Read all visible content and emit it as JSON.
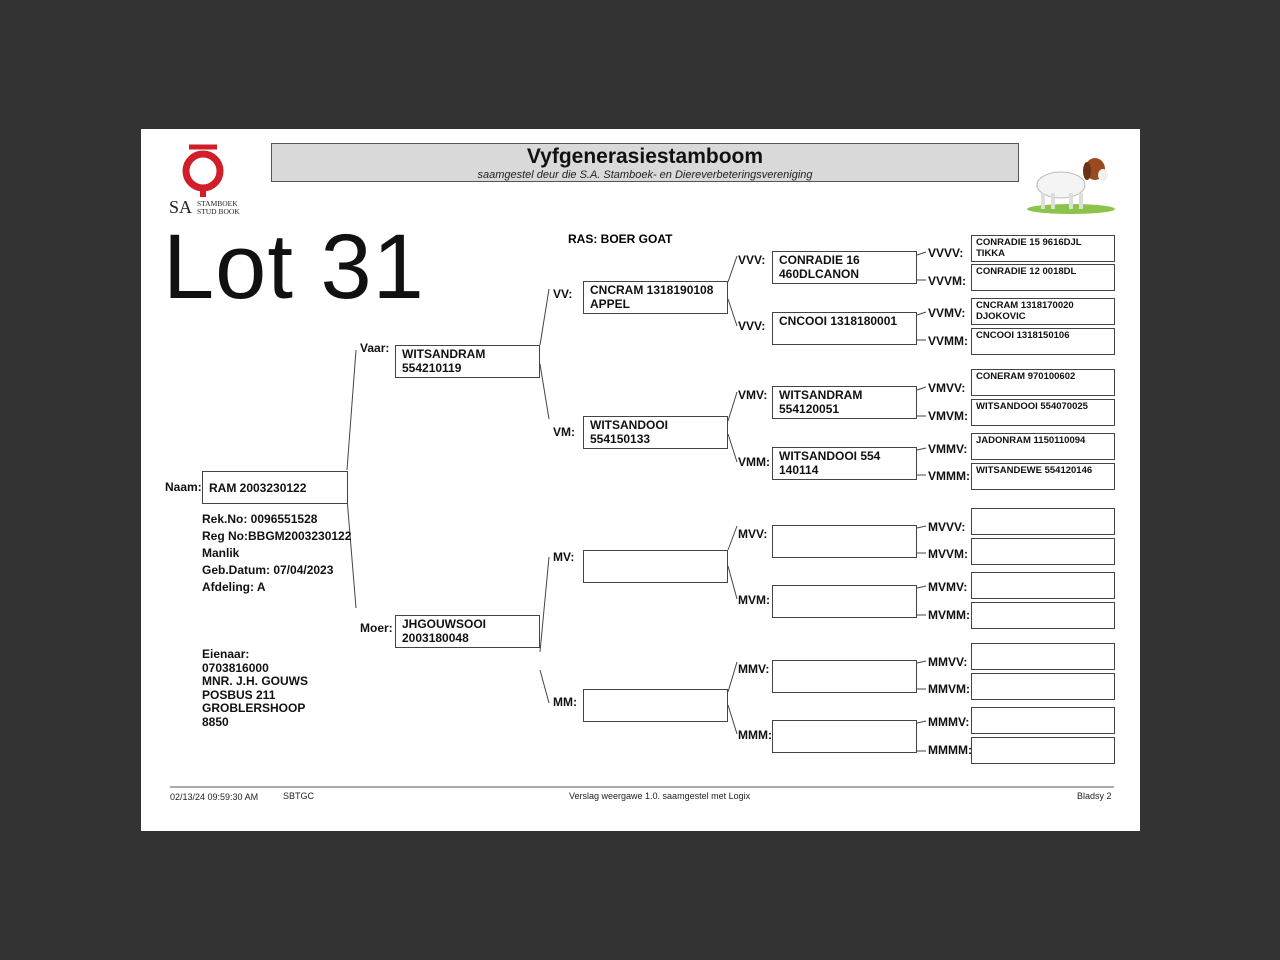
{
  "header": {
    "logo_text": "SA",
    "logo_subtext_1": "STAMBOEK",
    "logo_subtext_2": "STUD BOOK",
    "title": "Vyfgenerasiestamboom",
    "subtitle": "saamgestel deur die S.A. Stamboek- en Diereverbeteringsvereniging"
  },
  "lot": "Lot 31",
  "ras": "RAS: BOER GOAT",
  "animal": {
    "label": "Naam:",
    "name": "RAM 2003230122",
    "details": [
      "Rek.No: 0096551528",
      "Reg No:BBGM2003230122",
      "Manlik",
      "Geb.Datum: 07/04/2023",
      "Afdeling: A"
    ]
  },
  "owner": [
    "Eienaar:",
    "0703816000",
    "MNR. J.H. GOUWS",
    "POSBUS 211",
    "GROBLERSHOOP",
    "8850"
  ],
  "gen2": {
    "vaar": {
      "label": "Vaar:",
      "name": [
        "WITSANDRAM",
        "554210119"
      ]
    },
    "moer": {
      "label": "Moer:",
      "name": [
        "JHGOUWSOOI",
        "2003180048"
      ]
    }
  },
  "gen3": {
    "vv": {
      "label": "VV:",
      "name": [
        "CNCRAM 1318190108",
        "APPEL"
      ]
    },
    "vm": {
      "label": "VM:",
      "name": [
        "WITSANDOOI",
        "554150133"
      ]
    },
    "mv": {
      "label": "MV:",
      "name": [
        "",
        ""
      ]
    },
    "mm": {
      "label": "MM:",
      "name": [
        "",
        ""
      ]
    }
  },
  "gen4": {
    "vvv": {
      "label": "VVV:",
      "name": [
        "CONRADIE 16",
        "460DLCANON"
      ]
    },
    "vvm": {
      "label": "VVV:",
      "name": [
        "CNCOOI 1318180001",
        ""
      ]
    },
    "vmv": {
      "label": "VMV:",
      "name": [
        "WITSANDRAM",
        "554120051"
      ]
    },
    "vmm": {
      "label": "VMM:",
      "name": [
        "WITSANDOOI 554",
        "140114"
      ]
    },
    "mvv": {
      "label": "MVV:",
      "name": [
        "",
        ""
      ]
    },
    "mvm": {
      "label": "MVM:",
      "name": [
        "",
        ""
      ]
    },
    "mmv": {
      "label": "MMV:",
      "name": [
        "",
        ""
      ]
    },
    "mmm": {
      "label": "MMM:",
      "name": [
        "",
        ""
      ]
    }
  },
  "gen5": [
    {
      "label": "VVVV:",
      "name": [
        "CONRADIE 15 9616DJL TIKKA",
        ""
      ]
    },
    {
      "label": "VVVM:",
      "name": [
        "CONRADIE 12 0018DL",
        ""
      ]
    },
    {
      "label": "VVMV:",
      "name": [
        "CNCRAM 1318170020",
        "DJOKOVIC"
      ]
    },
    {
      "label": "VVMM:",
      "name": [
        "CNCOOI 1318150106",
        ""
      ]
    },
    {
      "label": "VMVV:",
      "name": [
        "CONERAM 970100602",
        ""
      ]
    },
    {
      "label": "VMVM:",
      "name": [
        "WITSANDOOI 554070025",
        ""
      ]
    },
    {
      "label": "VMMV:",
      "name": [
        "JADONRAM 1150110094",
        ""
      ]
    },
    {
      "label": "VMMM:",
      "name": [
        "WITSANDEWE 554120146",
        ""
      ]
    },
    {
      "label": "MVVV:",
      "name": [
        "",
        ""
      ]
    },
    {
      "label": "MVVM:",
      "name": [
        "",
        ""
      ]
    },
    {
      "label": "MVMV:",
      "name": [
        "",
        ""
      ]
    },
    {
      "label": "MVMM:",
      "name": [
        "",
        ""
      ]
    },
    {
      "label": "MMVV:",
      "name": [
        "",
        ""
      ]
    },
    {
      "label": "MMVM:",
      "name": [
        "",
        ""
      ]
    },
    {
      "label": "MMMV:",
      "name": [
        "",
        ""
      ]
    },
    {
      "label": "MMMM:",
      "name": [
        "",
        ""
      ]
    }
  ],
  "footer": {
    "timestamp": "02/13/24 09:59:30 AM",
    "org": "SBTGC",
    "report": "Verslag weergawe 1.0. saamgestel met Logix",
    "page": "Bladsy 2"
  },
  "colors": {
    "logo_red": "#d01f2b",
    "banner_bg": "#d9d9d9",
    "backdrop": "#333333"
  }
}
